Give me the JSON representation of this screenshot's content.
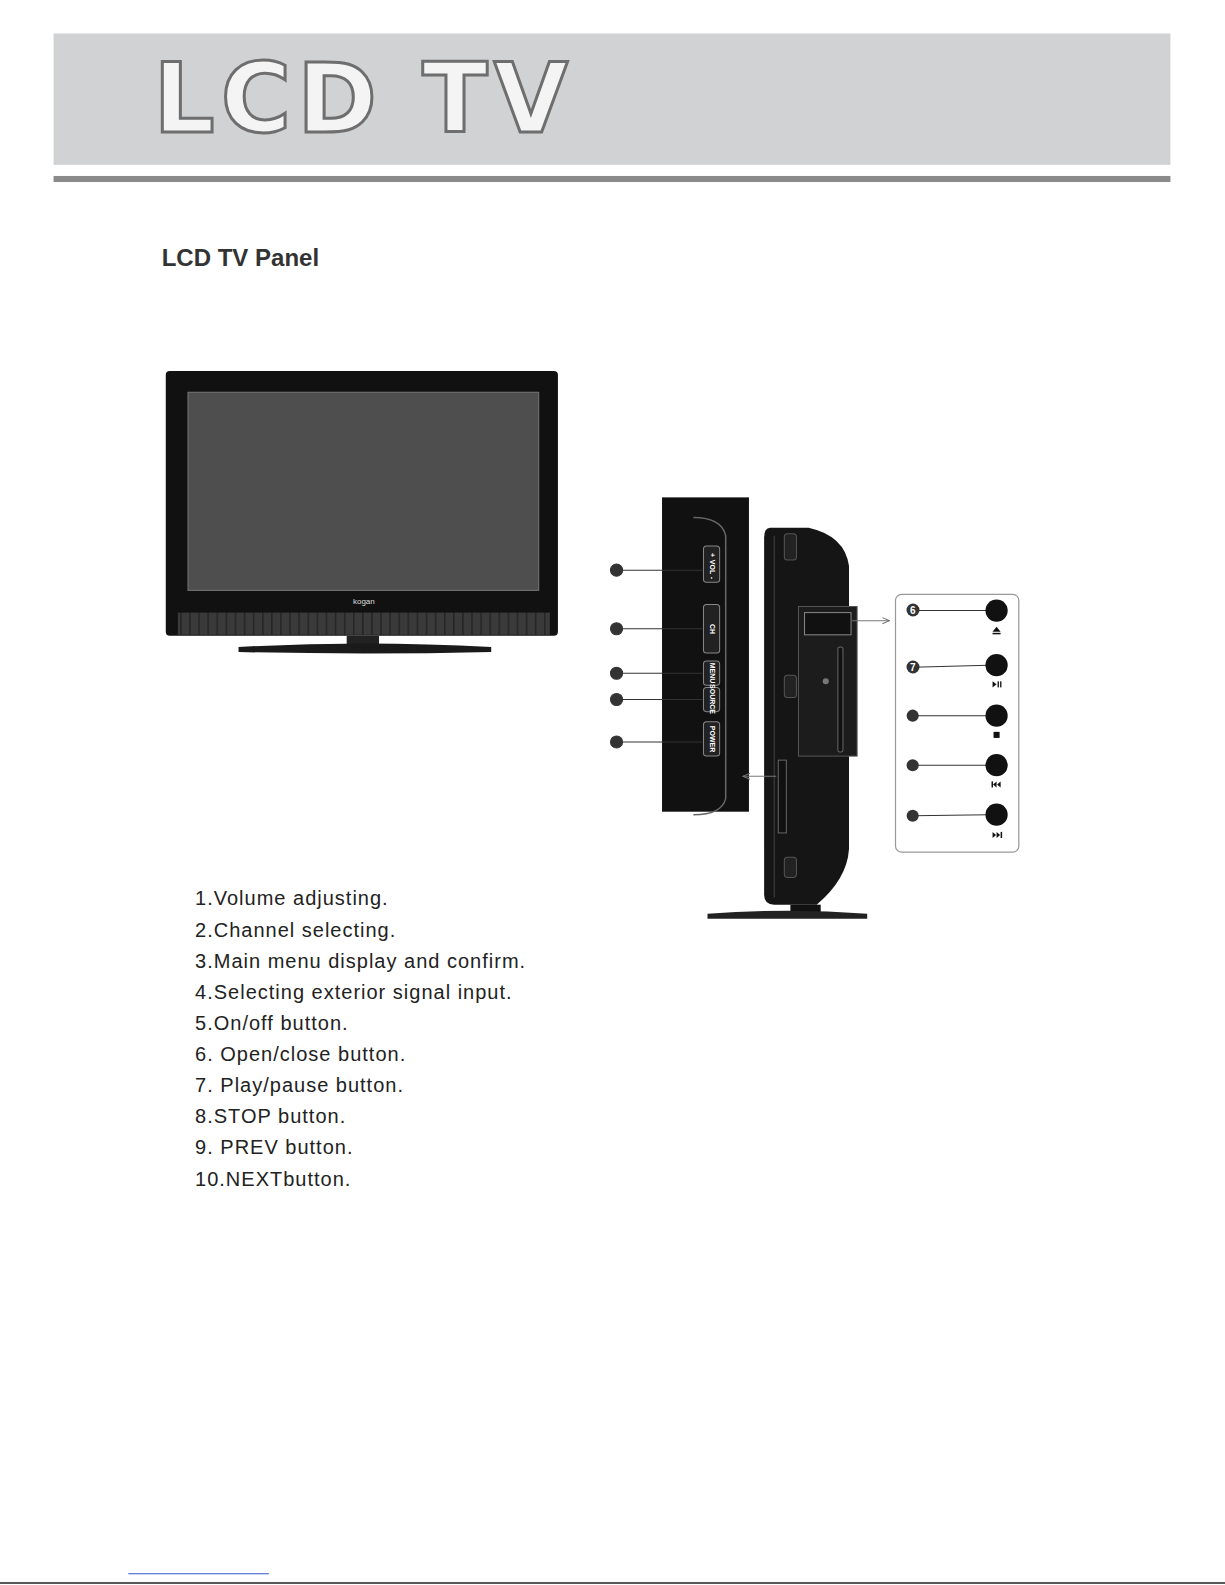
{
  "diagram": {
    "title": "LCD TV Panel",
    "nodes": [
      {
        "text": [
          "LCD TV"
        ]
      }
    ],
    "labels": [
      "kogan",
      "+",
      "VOL",
      "-",
      "CH",
      "MENU",
      "SOURCE",
      "POWER",
      "6",
      "7",
      "1.Volume adjusting.",
      "2.Channel selecting.",
      "3.Main menu display and confirm.",
      "4.Selecting exterior signal input.",
      "5.On/off button.",
      "6. Open/close button.",
      "7. Play/pause button.",
      "8.STOP button.",
      "9. PREV button.",
      "10.NEXTbutton."
    ]
  }
}
